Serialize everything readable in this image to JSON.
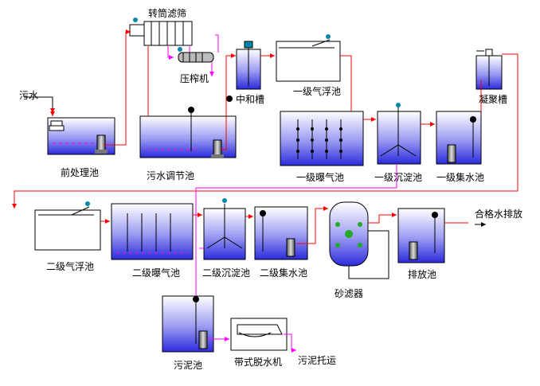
{
  "labels": {
    "wastewater_in": "污水",
    "pretreatment_tank": "前处理池",
    "rotary_drum_screen": "转筒滤筛",
    "screw_press": "压榨机",
    "regulating_tank": "污水调节池",
    "neutralization_tank": "中和槽",
    "primary_flotation": "一级气浮池",
    "coagulation_tank": "凝聚槽",
    "primary_aeration": "一级曝气池",
    "primary_sedimentation": "一级沉淀池",
    "primary_collection": "一级集水池",
    "secondary_flotation": "二级气浮池",
    "secondary_aeration": "二级曝气池",
    "secondary_sedimentation": "二级沉淀池",
    "secondary_collection": "二级集水池",
    "sand_filter": "砂滤器",
    "discharge_tank": "排放池",
    "qualified_discharge": "合格水排放",
    "sludge_tank": "污泥池",
    "belt_filter_press": "带式脱水机",
    "sludge_transport": "污泥托运"
  },
  "colors": {
    "water": "#3a3ae6",
    "water_light": "#ffffff",
    "flow_line": "#ff0000",
    "sludge_line": "#ff00ff",
    "return_line": "#000000",
    "pump": "#9a9a9a",
    "aerator": "#e040e0"
  }
}
